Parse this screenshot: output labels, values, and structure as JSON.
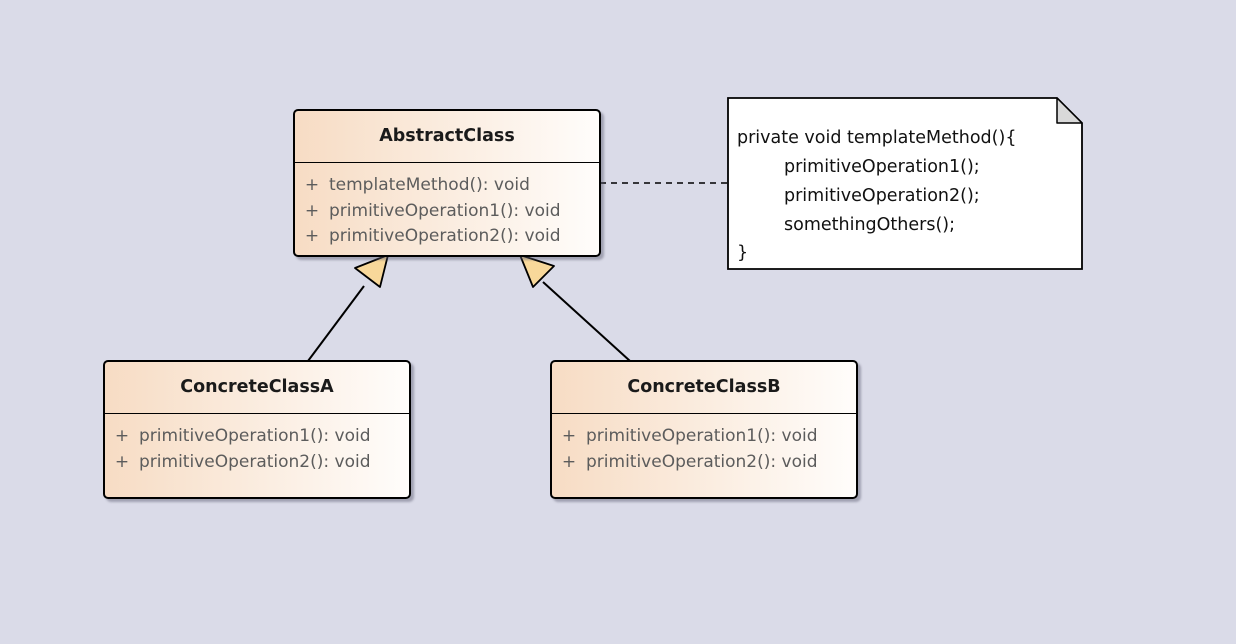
{
  "diagram": {
    "abstract_class": {
      "name": "AbstractClass",
      "operations": [
        {
          "visibility": "+",
          "signature": "templateMethod(): void"
        },
        {
          "visibility": "+",
          "signature": "primitiveOperation1(): void"
        },
        {
          "visibility": "+",
          "signature": "primitiveOperation2(): void"
        }
      ]
    },
    "concrete_class_a": {
      "name": "ConcreteClassA",
      "operations": [
        {
          "visibility": "+",
          "signature": "primitiveOperation1(): void"
        },
        {
          "visibility": "+",
          "signature": "primitiveOperation2(): void"
        }
      ]
    },
    "concrete_class_b": {
      "name": "ConcreteClassB",
      "operations": [
        {
          "visibility": "+",
          "signature": "primitiveOperation1(): void"
        },
        {
          "visibility": "+",
          "signature": "primitiveOperation2(): void"
        }
      ]
    },
    "note": {
      "lines": [
        "private void templateMethod(){",
        "primitiveOperation1();",
        "primitiveOperation2();",
        "somethingOthers();",
        "}"
      ]
    },
    "colors": {
      "background": "#dadbe8",
      "class_fill_start": "#f7dcc4",
      "class_fill_end": "#fffdfb",
      "generalization_arrow_fill": "#f8d89a",
      "border": "#000000"
    }
  }
}
